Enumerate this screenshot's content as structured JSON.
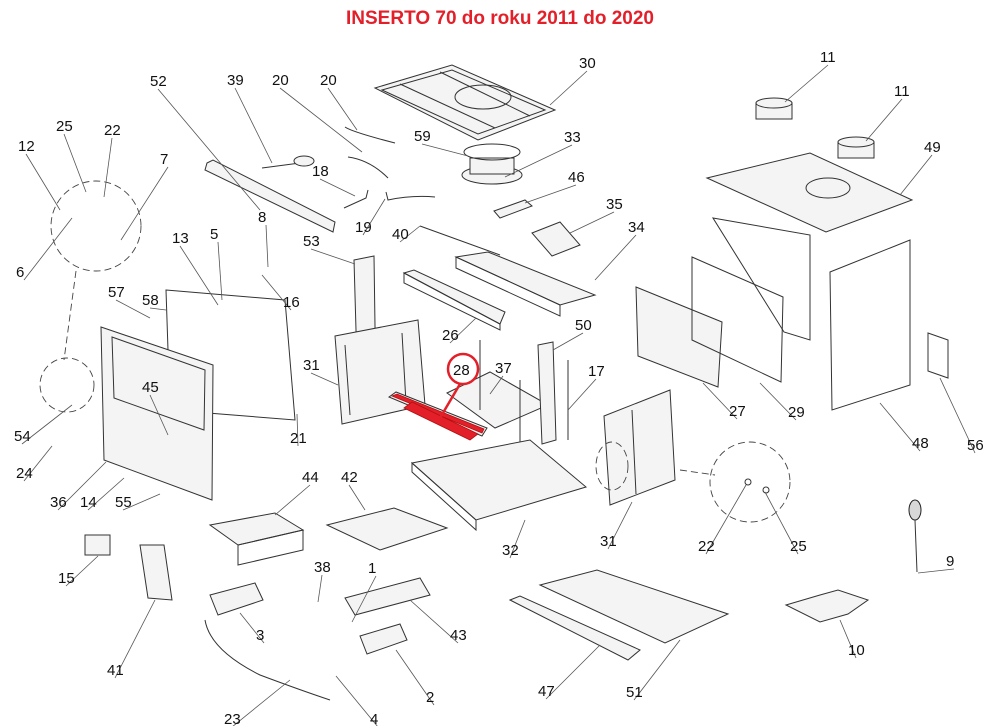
{
  "title": "INSERTO 70 do roku 2011 do 2020",
  "highlight": {
    "part": "28",
    "color": "#e3202a"
  },
  "callouts": [
    {
      "id": "c1",
      "text": "1"
    },
    {
      "id": "c2",
      "text": "2"
    },
    {
      "id": "c3",
      "text": "3"
    },
    {
      "id": "c4",
      "text": "4"
    },
    {
      "id": "c5",
      "text": "5"
    },
    {
      "id": "c6",
      "text": "6"
    },
    {
      "id": "c7",
      "text": "7"
    },
    {
      "id": "c8",
      "text": "8"
    },
    {
      "id": "c9",
      "text": "9"
    },
    {
      "id": "c10",
      "text": "10"
    },
    {
      "id": "c11a",
      "text": "11"
    },
    {
      "id": "c11b",
      "text": "11"
    },
    {
      "id": "c12",
      "text": "12"
    },
    {
      "id": "c13",
      "text": "13"
    },
    {
      "id": "c14",
      "text": "14"
    },
    {
      "id": "c15",
      "text": "15"
    },
    {
      "id": "c16",
      "text": "16"
    },
    {
      "id": "c17",
      "text": "17"
    },
    {
      "id": "c18",
      "text": "18"
    },
    {
      "id": "c19",
      "text": "19"
    },
    {
      "id": "c20a",
      "text": "20"
    },
    {
      "id": "c20b",
      "text": "20"
    },
    {
      "id": "c21",
      "text": "21"
    },
    {
      "id": "c22a",
      "text": "22"
    },
    {
      "id": "c22b",
      "text": "22"
    },
    {
      "id": "c23",
      "text": "23"
    },
    {
      "id": "c24",
      "text": "24"
    },
    {
      "id": "c25a",
      "text": "25"
    },
    {
      "id": "c25b",
      "text": "25"
    },
    {
      "id": "c26",
      "text": "26"
    },
    {
      "id": "c27",
      "text": "27"
    },
    {
      "id": "c28",
      "text": "28"
    },
    {
      "id": "c29",
      "text": "29"
    },
    {
      "id": "c30",
      "text": "30"
    },
    {
      "id": "c31a",
      "text": "31"
    },
    {
      "id": "c31b",
      "text": "31"
    },
    {
      "id": "c32",
      "text": "32"
    },
    {
      "id": "c33",
      "text": "33"
    },
    {
      "id": "c34",
      "text": "34"
    },
    {
      "id": "c35",
      "text": "35"
    },
    {
      "id": "c36",
      "text": "36"
    },
    {
      "id": "c37",
      "text": "37"
    },
    {
      "id": "c38",
      "text": "38"
    },
    {
      "id": "c39",
      "text": "39"
    },
    {
      "id": "c40",
      "text": "40"
    },
    {
      "id": "c41",
      "text": "41"
    },
    {
      "id": "c42",
      "text": "42"
    },
    {
      "id": "c43",
      "text": "43"
    },
    {
      "id": "c44",
      "text": "44"
    },
    {
      "id": "c45",
      "text": "45"
    },
    {
      "id": "c46",
      "text": "46"
    },
    {
      "id": "c47",
      "text": "47"
    },
    {
      "id": "c48",
      "text": "48"
    },
    {
      "id": "c49",
      "text": "49"
    },
    {
      "id": "c50",
      "text": "50"
    },
    {
      "id": "c51",
      "text": "51"
    },
    {
      "id": "c52",
      "text": "52"
    },
    {
      "id": "c53",
      "text": "53"
    },
    {
      "id": "c54",
      "text": "54"
    },
    {
      "id": "c55",
      "text": "55"
    },
    {
      "id": "c56",
      "text": "56"
    },
    {
      "id": "c57",
      "text": "57"
    },
    {
      "id": "c58",
      "text": "58"
    },
    {
      "id": "c59",
      "text": "59"
    }
  ]
}
